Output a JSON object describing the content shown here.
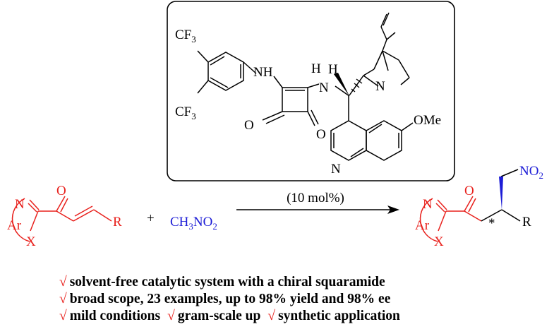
{
  "colors": {
    "reactant": "#e8201c",
    "reagent": "#1c1cd6",
    "frame": "#000000",
    "catalyst_bg": "#f2f2f2"
  },
  "catalyst": {
    "cf3_top": "CF",
    "cf3_bottom": "CF",
    "sub3": "3",
    "nh_left": "NH",
    "h_bridge": "H",
    "n_left": "N",
    "h_stereo": "H",
    "n_quinuclidine": "N",
    "oxo_1": "O",
    "oxo_2": "O",
    "ome": "OMe",
    "n_quinoline": "N"
  },
  "loading": "(10 mol%)",
  "reactant": {
    "N": "N",
    "O": "O",
    "Ar": "Ar",
    "X": "X",
    "R": "R"
  },
  "plus": "+",
  "reagent": {
    "ch3": "CH",
    "sub3": "3",
    "no": "NO",
    "sub2": "2"
  },
  "product": {
    "N": "N",
    "O": "O",
    "Ar": "Ar",
    "X": "X",
    "R": "R",
    "no": "NO",
    "sub2": "2",
    "star": "*"
  },
  "check_mark": "√",
  "bullets": [
    [
      "solvent-free catalytic system with a chiral squaramide"
    ],
    [
      "broad scope, 23 examples, up to 98% yield and 98% ee"
    ],
    [
      "mild conditions",
      "gram-scale up",
      "synthetic application"
    ]
  ]
}
